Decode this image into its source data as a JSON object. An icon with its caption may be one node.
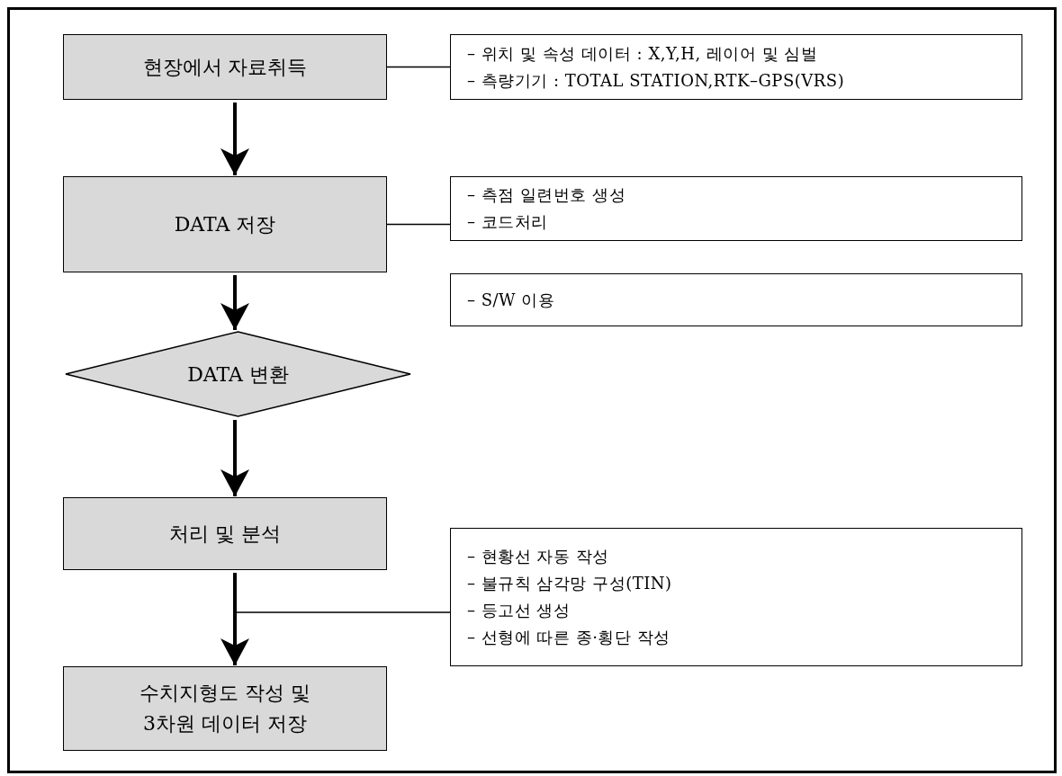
{
  "diagram": {
    "nodes": [
      {
        "text": [
          "현장에서 자료취득"
        ]
      },
      {
        "text": [
          "– 위치 및 속성 데이터 : X,Y,H, 레이어 및 심벌",
          "– 측량기기 : TOTAL STATION,RTK–GPS(VRS)"
        ]
      },
      {
        "text": [
          "DATA 저장"
        ]
      },
      {
        "text": [
          "– 측점 일련번호 생성",
          "– 코드처리"
        ]
      },
      {
        "text": [
          "– S/W 이용"
        ]
      },
      {
        "text": [
          "DATA 변환"
        ]
      },
      {
        "text": [
          "처리 및 분석"
        ]
      },
      {
        "text": [
          "– 현황선 자동 작성",
          "– 불규칙 삼각망 구성(TIN)",
          "– 등고선 생성",
          "– 선형에 따른 종·횡단 작성"
        ]
      },
      {
        "text": [
          "수치지형도 작성 및 3차원 데이터 저장"
        ]
      }
    ],
    "edges": [
      {
        "from": 0,
        "to": 1,
        "arrow": "none"
      },
      {
        "from": 0,
        "to": 2,
        "arrow": "to"
      },
      {
        "from": 2,
        "to": 3,
        "arrow": "none"
      },
      {
        "from": 2,
        "to": 5,
        "arrow": "to"
      },
      {
        "from": 5,
        "to": 6,
        "arrow": "to"
      },
      {
        "from": 6,
        "to": 8,
        "arrow": "to"
      },
      {
        "from": null,
        "to": 7,
        "arrow": "none"
      }
    ]
  }
}
